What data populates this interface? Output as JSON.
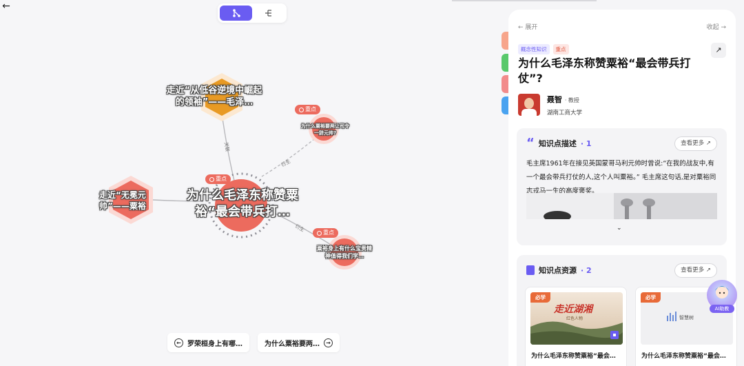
{
  "graph": {
    "center": {
      "label": "为什么毛泽东称赞粟裕“最会带兵打…",
      "tag": "重点"
    },
    "top_node": {
      "label": "走近“从低谷逆境中崛起的领袖”——毛泽…"
    },
    "left_node": {
      "label": "走近“无冕元帅”——粟裕"
    },
    "right_top_node": {
      "label": "为什么粟裕要两让司令一辞元帅?",
      "tag": "重点"
    },
    "right_bottom_node": {
      "label": "粟裕身上有什么宝贵精神值得我们学…",
      "tag": "重点"
    },
    "edge_labels": {
      "top": "关联",
      "right_top": "衍生",
      "right_bottom": "衍生"
    },
    "nav_prev": "罗荣桓身上有哪…",
    "nav_next": "为什么粟裕要两…"
  },
  "panel": {
    "collapse_left": "← 展开",
    "collapse_right": "收起 →",
    "chips": {
      "concept": "概念性知识",
      "key": "重点"
    },
    "title": "为什么毛泽东称赞粟裕“最会带兵打仗”?",
    "author": {
      "name": "聂智",
      "role": "· 教授",
      "university": "湖南工商大学"
    },
    "description": {
      "heading": "知识点描述",
      "count": "· 1",
      "more": "查看更多 ↗",
      "text": "毛主席1961年在接见英国蒙哥马利元帅时曾说:“在我的战友中,有一个最会带兵打仗的人,这个人叫粟裕。” 毛主席这句话,是对粟裕同志戎马一生的高度褒奖。"
    },
    "resources": {
      "heading": "知识点资源",
      "count": "· 2",
      "more": "查看更多 ↗",
      "items": [
        {
          "badge": "必学",
          "thumb_text": "走近湖湘",
          "thumb_sub": "红色人物",
          "title": "为什么毛泽东称赞粟裕“最会…"
        },
        {
          "badge": "必学",
          "thumb_text": "智慧树",
          "title": "为什么毛泽东称赞粟裕“最会…"
        }
      ]
    },
    "ai_label": "AI助教"
  },
  "colors": {
    "accent": "#6a5cf2",
    "node_red": "#ec6b5e",
    "node_orange": "#e89a24"
  }
}
